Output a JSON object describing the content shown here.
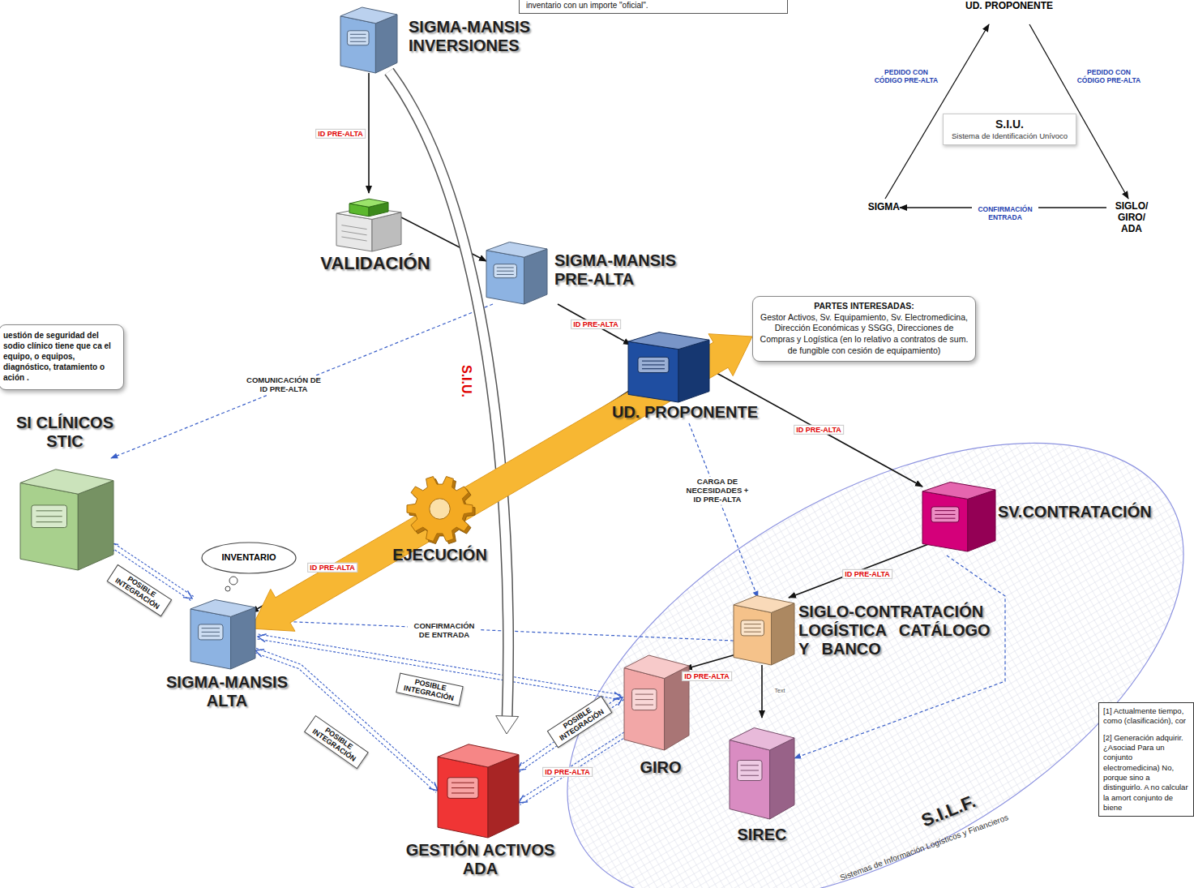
{
  "diagram": {
    "nodes": [
      {
        "text": [
          "inventario con un importe \"oficial\"."
        ]
      },
      {
        "text": [
          "SIGMA-MANSIS INVERSIONES"
        ]
      },
      {
        "text": [
          "UD. PROPONENTE"
        ]
      },
      {
        "text": [
          "S.I.U.",
          "Sistema de Identificación Unívoco"
        ]
      },
      {
        "text": [
          "SIGMA"
        ]
      },
      {
        "text": [
          "SIGLO/ GIRO/ ADA"
        ]
      },
      {
        "text": [
          "VALIDACIÓN"
        ]
      },
      {
        "text": [
          "SIGMA-MANSIS PRE-ALTA"
        ]
      },
      {
        "text": [
          "PARTES INTERESADAS:",
          "Gestor Activos, Sv. Equipamiento, Sv. Electromedicina, Dirección Económicas y SSGG, Direcciones de Compras y Logística (en lo relativo a contratos de sum. de fungible con cesión de equipamiento)"
        ]
      },
      {
        "text": [
          "uestión de seguridad del sodio clínico tiene que ca el equipo, o equipos, diagnóstico, tratamiento o ación ."
        ]
      },
      {
        "text": [
          "UD. PROPONENTE"
        ]
      },
      {
        "text": [
          "SI CLÍNICOS STIC"
        ]
      },
      {
        "text": [
          "S.I.L.F.",
          "Sistemas de Información Logísticos y Financieros"
        ]
      },
      {
        "text": [
          "SV.CONTRATACIÓN"
        ],
        "in": 12
      },
      {
        "text": [
          "EJECUCIÓN"
        ]
      },
      {
        "text": [
          "INVENTARIO"
        ]
      },
      {
        "text": [
          "SIGMA-MANSIS ALTA"
        ]
      },
      {
        "text": [
          "SIGLO-CONTRATACIÓN LOGÍSTICA CATÁLOGO Y BANCO"
        ],
        "in": 12
      },
      {
        "text": [
          "GIRO"
        ],
        "in": 12
      },
      {
        "text": [
          "SIREC"
        ],
        "in": 12
      },
      {
        "text": [
          "GESTIÓN ACTIVOS ADA"
        ]
      },
      {
        "text": [
          "[1] Actualmente tiempo, como (clasificación), cor",
          "[2] Generación adquirir. ¿Asociad Para un conjunto electromedicina) No, porque sino a distinguirlo. A no calcular la amort conjunto de biene"
        ]
      }
    ],
    "edges": [
      {
        "from": 1,
        "to": 6,
        "arrow": "to",
        "label": "ID PRE-ALTA"
      },
      {
        "from": 6,
        "to": 7,
        "arrow": "to"
      },
      {
        "from": 7,
        "to": 10,
        "arrow": "to",
        "label": "ID PRE-ALTA"
      },
      {
        "from": 7,
        "to": 11,
        "arrow": "to",
        "label": "COMUNICACIÓN DE ID PRE-ALTA"
      },
      {
        "from": 10,
        "to": 13,
        "arrow": "to",
        "label": "ID PRE-ALTA"
      },
      {
        "from": 10,
        "to": 17,
        "arrow": "to",
        "label": "CARGA DE NECESIDADES + ID PRE-ALTA"
      },
      {
        "from": 10,
        "to": 14,
        "arrow": "to"
      },
      {
        "from": 14,
        "to": 16,
        "arrow": "to",
        "label": "ID PRE-ALTA"
      },
      {
        "from": 13,
        "to": 17,
        "arrow": "to",
        "label": "ID PRE-ALTA"
      },
      {
        "from": 13,
        "to": 19,
        "arrow": "to"
      },
      {
        "from": 17,
        "to": 18,
        "arrow": "to",
        "label": "ID PRE-ALTA"
      },
      {
        "from": 17,
        "to": 19,
        "arrow": "to",
        "label": "Text"
      },
      {
        "from": 17,
        "to": 16,
        "arrow": "to",
        "label": "CONFIRMACIÓN DE ENTRADA"
      },
      {
        "from": 11,
        "to": 16,
        "arrow": "both",
        "label": "POSIBLE INTEGRACIÓN"
      },
      {
        "from": 16,
        "to": 18,
        "arrow": "both",
        "label": "POSIBLE INTEGRACIÓN"
      },
      {
        "from": 16,
        "to": 20,
        "arrow": "both",
        "label": "POSIBLE INTEGRACIÓN"
      },
      {
        "from": 18,
        "to": 20,
        "arrow": "both",
        "label": "POSIBLE INTEGRACIÓN"
      },
      {
        "from": 18,
        "to": 20,
        "arrow": "to",
        "label": "ID PRE-ALTA"
      },
      {
        "from": 1,
        "to": 20,
        "arrow": "to",
        "label": "S.I.U."
      },
      {
        "from": 16,
        "to": 8,
        "arrow": "both"
      },
      {
        "from": 4,
        "to": 2,
        "arrow": "to",
        "label": "PEDIDO CON CÓDIGO PRE-ALTA"
      },
      {
        "from": 2,
        "to": 5,
        "arrow": "to",
        "label": "PEDIDO CON CÓDIGO PRE-ALTA"
      },
      {
        "from": 5,
        "to": 4,
        "arrow": "to",
        "label": "CONFIRMACIÓN ENTRADA"
      }
    ]
  }
}
